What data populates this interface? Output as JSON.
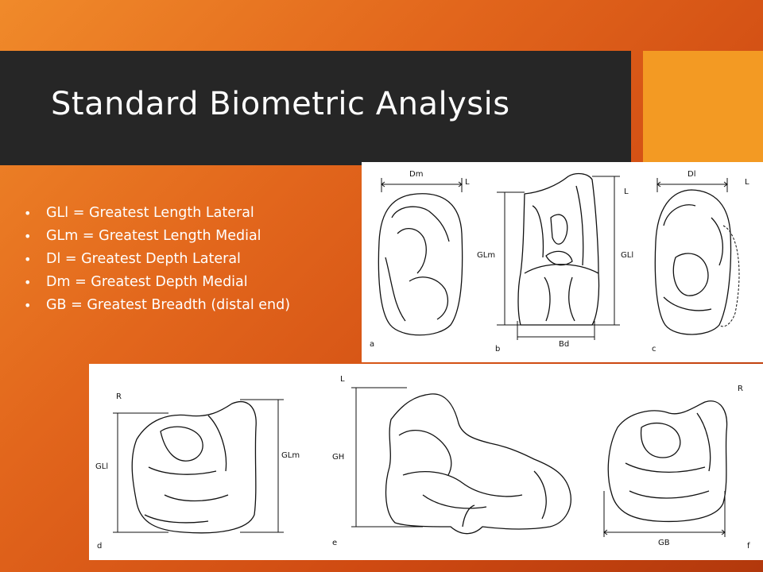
{
  "slide": {
    "title": "Standard Biometric Analysis",
    "bullets": [
      "GLl = Greatest Length Lateral",
      "GLm = Greatest Length Medial",
      "Dl = Greatest Depth Lateral",
      "Dm = Greatest Depth Medial",
      "GB = Greatest Breadth (distal end)"
    ]
  },
  "figure": {
    "a": {
      "panel": "a",
      "measure": "Dm",
      "side": "L"
    },
    "b": {
      "panel": "b",
      "left_measure": "GLm",
      "right_measure": "GLl",
      "bottom_measure": "Bd",
      "side": "L"
    },
    "c": {
      "panel": "c",
      "measure": "Dl",
      "side": "L"
    },
    "d": {
      "panel": "d",
      "left_measure": "GLl",
      "right_measure": "GLm",
      "side": "R"
    },
    "e": {
      "panel": "e",
      "measure": "GH",
      "side": "L"
    },
    "f": {
      "panel": "f",
      "measure": "GB",
      "side": "R"
    }
  }
}
